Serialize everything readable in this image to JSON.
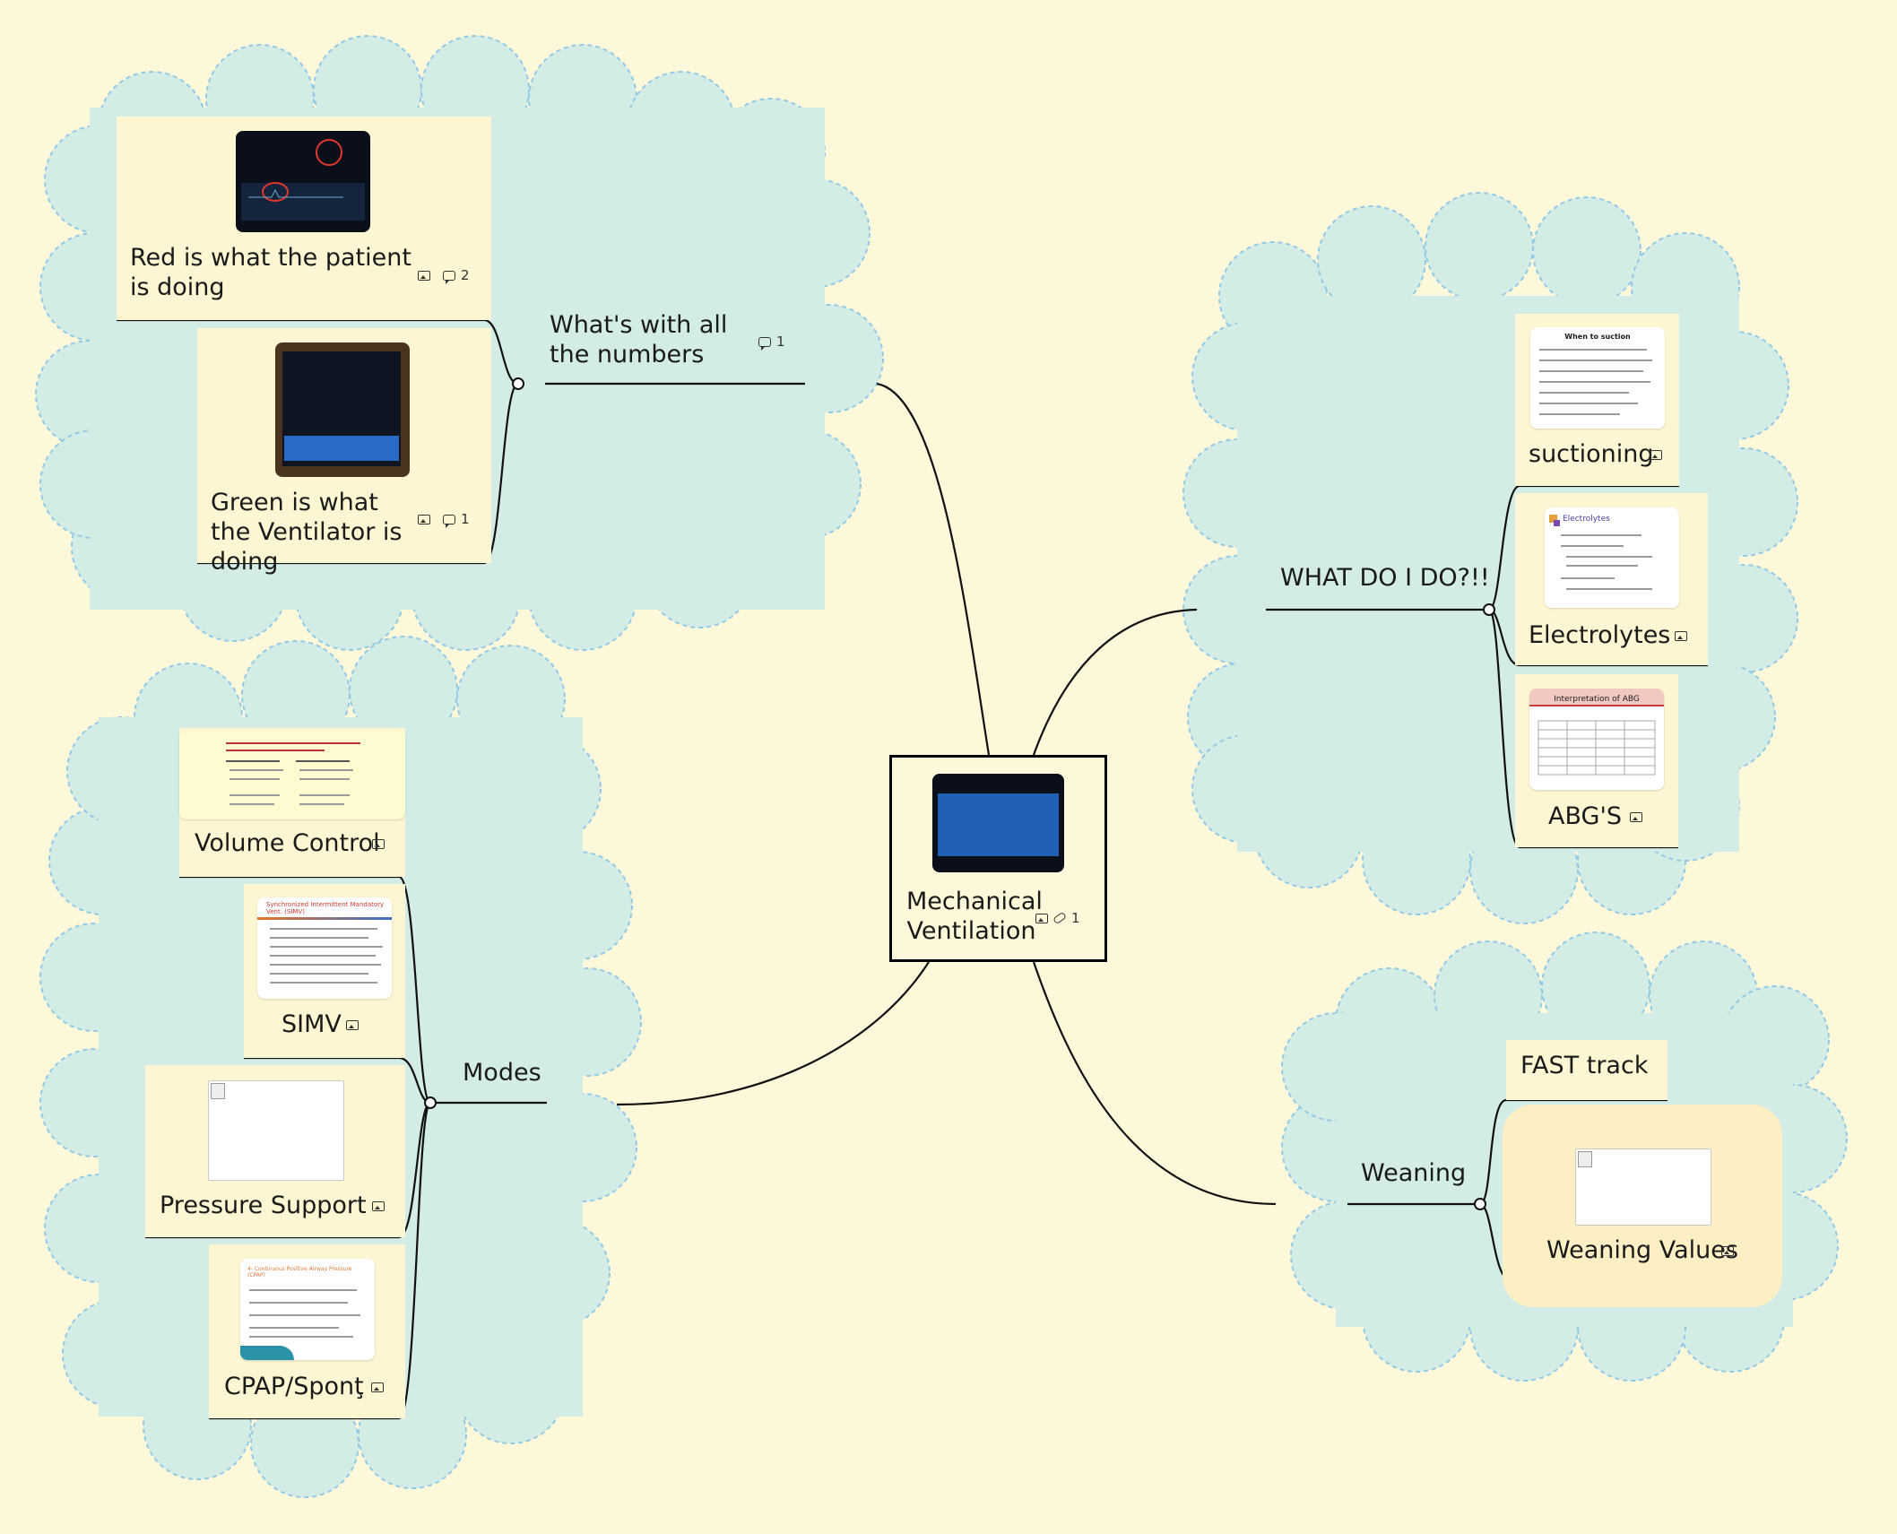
{
  "center": {
    "label": "Mechanical Ventilation",
    "attachments": {
      "image": true,
      "link_count": "1"
    }
  },
  "branches": {
    "numbers": {
      "label": "What's with all the numbers",
      "comment_count": "1",
      "children": [
        {
          "label": "Red is what the patient is doing",
          "comment_count": "2"
        },
        {
          "label": "Green is what the Ventilator is doing",
          "comment_count": "1"
        }
      ]
    },
    "what_do_i_do": {
      "label": "WHAT DO I DO?!!",
      "children": [
        {
          "label": "suctioning",
          "slide_title": "When to suction"
        },
        {
          "label": "Electrolytes",
          "slide_title": "Electrolytes"
        },
        {
          "label": "ABG'S",
          "slide_title": "Interpretation of ABG"
        }
      ]
    },
    "modes": {
      "label": "Modes",
      "children": [
        {
          "label": "Volume Control"
        },
        {
          "label": "SIMV",
          "slide_title": "Synchronized Intermittent Mandatory Vent. (SIMV)"
        },
        {
          "label": "Pressure Support"
        },
        {
          "label": "CPAP/Sponţ",
          "slide_title": "4- Continuous Positive Airway Pressure (CPAP)"
        }
      ]
    },
    "weaning": {
      "label": "Weaning",
      "children": [
        {
          "label": "FAST track"
        },
        {
          "label": "Weaning Values"
        }
      ]
    }
  },
  "colors": {
    "background": "#fdf8da",
    "cloud_fill": "#d3ece6",
    "cloud_border": "#93c9e6",
    "card": "#fdf6d3"
  }
}
